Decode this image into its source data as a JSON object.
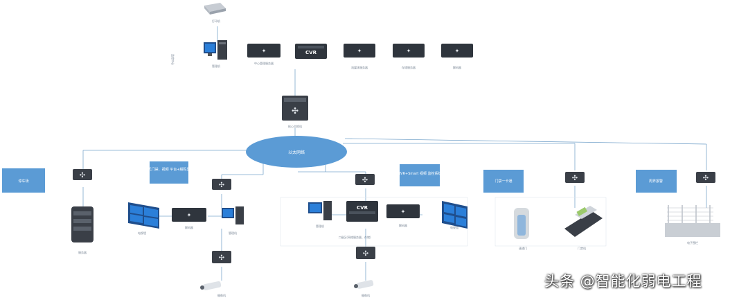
{
  "network": {
    "label": "以太网络",
    "color": "#5b9bd5"
  },
  "zone_boxes": [
    {
      "id": "parking",
      "label": "停车场"
    },
    {
      "id": "video_a",
      "label": "一体机式门禁、视频 平台+解码显示系统"
    },
    {
      "id": "video_b",
      "label": "NVR+Smart 视频 监控系统"
    },
    {
      "id": "access",
      "label": "门禁一卡通"
    },
    {
      "id": "alarm",
      "label": "周界报警"
    }
  ],
  "devices": {
    "management_pc": "管理机",
    "header_left_note": "监控中心",
    "top_printer": "打印机",
    "nvr_main": "CVR",
    "main_server_1": "中心管理服务器",
    "main_server_2": "流媒体服务器",
    "main_server_3": "存储服务器",
    "main_server_4": "解码器",
    "core_switch": "核心交换机",
    "parking_server": "服务器",
    "wall_a": "电视墙",
    "decoder_a": "解码器",
    "pc_a": "管理机",
    "camera_a": "摄像机",
    "pc_b": "管理机",
    "cvr_b": "CVR",
    "decoder_b": "解码器",
    "wall_b": "电视墙",
    "camera_b": "摄像机",
    "gate": "速通门",
    "card_reader": "门禁机",
    "fence": "电子围栏",
    "sub_caption": "二级区(网络服务器、存储)"
  },
  "watermark": "头条 @智能化弱电工程"
}
